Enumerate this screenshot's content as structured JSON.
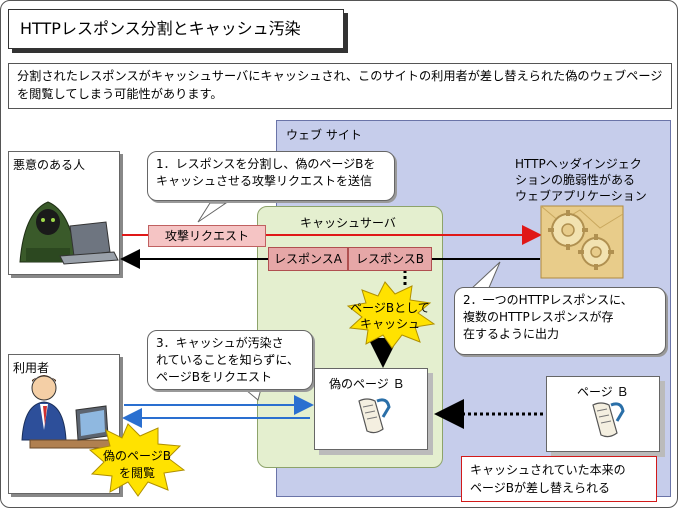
{
  "title": "HTTPレスポンス分割とキャッシュ汚染",
  "description": "分割されたレスポンスがキャッシュサーバにキャッシュされ、このサイトの利用者が差し替えられた偽のウェブページを閲覧してしまう可能性があります。",
  "website_label": "ウェブ サイト",
  "cache_server_label": "キャッシュサーバ",
  "attacker_label": "悪意のある人",
  "user_label": "利用者",
  "vuln_app": {
    "line1": "HTTPヘッダインジェク",
    "line2": "ションの脆弱性がある",
    "line3": "ウェブアプリケーション"
  },
  "callout1": {
    "line1": "1．レスポンスを分割し、偽のページBを",
    "line2": "キャッシュさせる攻撃リクエストを送信"
  },
  "callout2": {
    "line1": "2．一つのHTTPレスポンスに、",
    "line2": "複数のHTTPレスポンスが存",
    "line3": "在するように出力"
  },
  "callout3": {
    "line1": "3．キャッシュが汚染さ",
    "line2": "れていることを知らずに、",
    "line3": "ページBをリクエスト"
  },
  "attack_request_label": "攻撃リクエスト",
  "response_a": "レスポンスA",
  "response_b": "レスポンスB",
  "burst_cache": {
    "line1": "ページBとして",
    "line2": "キャッシュ"
  },
  "burst_view": {
    "line1": "偽のページB",
    "line2": "を閲覧"
  },
  "fake_page_label": "偽のページ Ｂ",
  "real_page_label": "ページ Ｂ",
  "red_note": {
    "line1": "キャッシュされていた本来の",
    "line2": "ページBが差し替えられる"
  },
  "colors": {
    "attack_arrow": "#e01818",
    "response_arrow": "#000000",
    "request_arrow": "#2a6fd0",
    "website_bg": "#c6cdeb",
    "cache_bg": "#e4efcf",
    "burst_fill": "#ffe200"
  },
  "icons": [
    "hooded-attacker-icon",
    "laptop-icon",
    "office-user-icon",
    "gear-icon",
    "scroll-page-icon"
  ]
}
